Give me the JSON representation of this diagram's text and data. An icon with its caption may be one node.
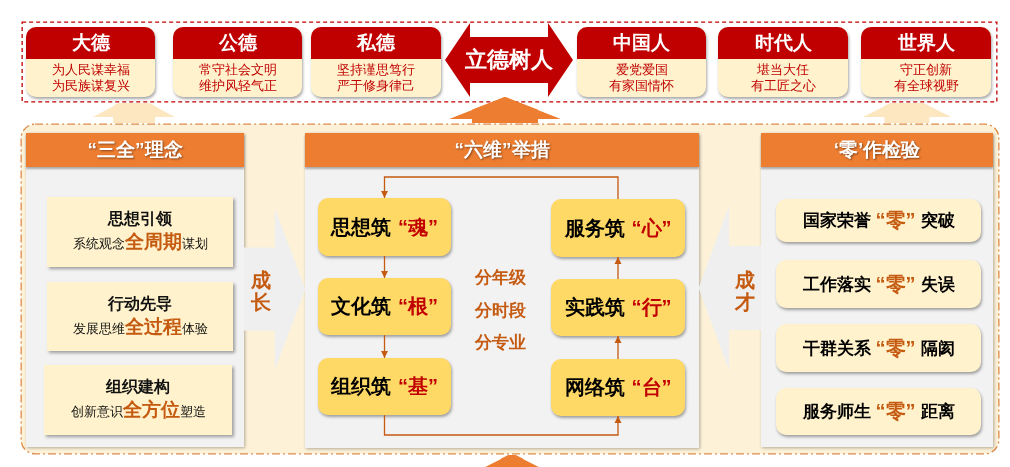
{
  "diagram": {
    "nodes": [
      {
        "text": [],
        "shape": "box"
      },
      {
        "text": [
          "大德",
          "为人民谋幸福",
          "为民族谋复兴"
        ],
        "in": 0
      },
      {
        "text": [
          "公德",
          "常守社会文明",
          "维护风轻气正"
        ],
        "in": 0
      },
      {
        "text": [
          "私德",
          "坚持谨思笃行",
          "严于修身律己"
        ],
        "in": 0
      },
      {
        "text": [
          "立德树人"
        ],
        "in": 0
      },
      {
        "text": [
          "中国人",
          "爱党爱国",
          "有家国情怀"
        ],
        "in": 0
      },
      {
        "text": [
          "时代人",
          "堪当大任",
          "有工匠之心"
        ],
        "in": 0
      },
      {
        "text": [
          "世界人",
          "守正创新",
          "有全球视野"
        ],
        "in": 0
      },
      {
        "text": [],
        "shape": "box"
      },
      {
        "text": [
          "“三全”理念"
        ],
        "in": 8
      },
      {
        "text": [
          "思想引领",
          "系统观念**全周期**谋划"
        ],
        "in": 9
      },
      {
        "text": [
          "行动先导",
          "发展思维**全过程**体验"
        ],
        "in": 9
      },
      {
        "text": [
          "组织建构",
          "创新意识**全方位**塑造"
        ],
        "in": 9
      },
      {
        "text": [
          "“六维”举措"
        ],
        "in": 8
      },
      {
        "text": [
          "思想筑",
          "“魂”"
        ],
        "in": 13
      },
      {
        "text": [
          "服务筑",
          "“心”"
        ],
        "in": 13
      },
      {
        "text": [
          "文化筑",
          "“根”"
        ],
        "in": 13
      },
      {
        "text": [
          "实践筑",
          "“行”"
        ],
        "in": 13
      },
      {
        "text": [
          "组织筑",
          "“基”"
        ],
        "in": 13
      },
      {
        "text": [
          "网络筑",
          "“台”"
        ],
        "in": 13
      },
      {
        "text": [
          "‘零’作检验"
        ],
        "in": 8
      },
      {
        "text": [
          "国家荣誉",
          "“零”",
          "突破"
        ],
        "in": 20
      },
      {
        "text": [
          "工作落实",
          "“零”",
          "失误"
        ],
        "in": 20
      },
      {
        "text": [
          "干群关系",
          "“零”",
          "隔阂"
        ],
        "in": 20
      },
      {
        "text": [
          "服务师生",
          "“零”",
          "距离"
        ],
        "in": 20
      }
    ],
    "edges": [
      {
        "from": 14,
        "to": 16,
        "arrow": "to"
      },
      {
        "from": 16,
        "to": 18,
        "arrow": "to"
      },
      {
        "from": 18,
        "to": 19,
        "arrow": "to"
      },
      {
        "from": 19,
        "to": 17,
        "arrow": "to"
      },
      {
        "from": 17,
        "to": 15,
        "arrow": "to"
      },
      {
        "from": 15,
        "to": 14,
        "arrow": "to"
      },
      {
        "from": 9,
        "to": 13,
        "arrow": "to",
        "label": "成长",
        "style": "thick",
        "color": "#efefef"
      },
      {
        "from": 20,
        "to": 13,
        "arrow": "to",
        "label": "成才",
        "style": "thick",
        "color": "#efefef"
      },
      {
        "from": 8,
        "to": 0,
        "arrow": "to",
        "style": "thick",
        "color": "#fde7c0"
      },
      {
        "from": 8,
        "to": 4,
        "arrow": "to",
        "style": "thick",
        "color": "#ed7d31"
      },
      {
        "from": 8,
        "to": 0,
        "arrow": "to",
        "style": "thick",
        "color": "#fde7c0"
      },
      {
        "from": null,
        "to": 8,
        "arrow": "to",
        "style": "thick",
        "color": "#ed7d31"
      }
    ],
    "labels": [
      "分年级",
      "分时段",
      "分专业"
    ]
  }
}
